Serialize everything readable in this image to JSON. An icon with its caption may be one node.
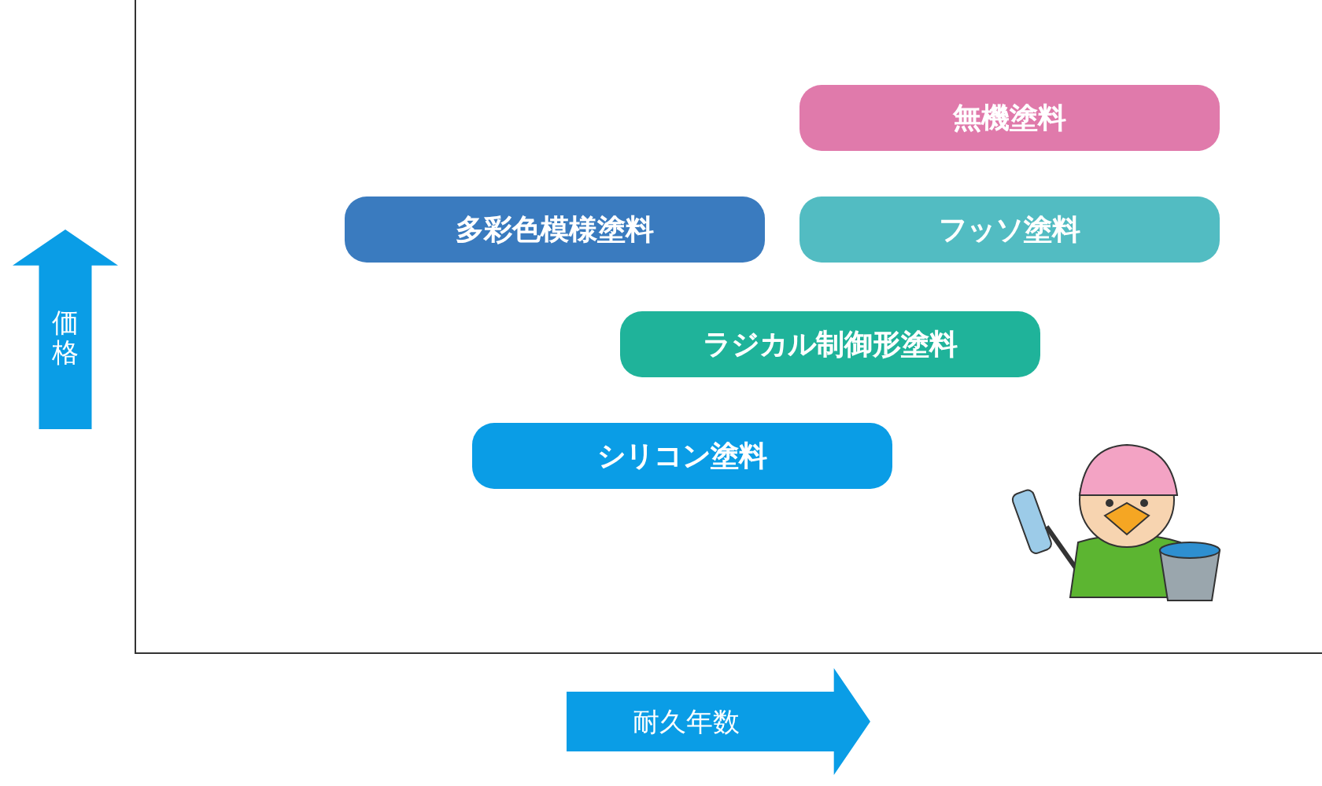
{
  "diagram": {
    "nodes": [
      {
        "text": [
          "無機塗料"
        ]
      },
      {
        "text": [
          "多彩色模様塗料"
        ]
      },
      {
        "text": [
          "フッソ塗料"
        ]
      },
      {
        "text": [
          "ラジカル制御形塗料"
        ]
      },
      {
        "text": [
          "シリコン塗料"
        ]
      },
      {
        "text": [
          "価格"
        ]
      },
      {
        "text": [
          "耐久年数"
        ]
      }
    ]
  }
}
